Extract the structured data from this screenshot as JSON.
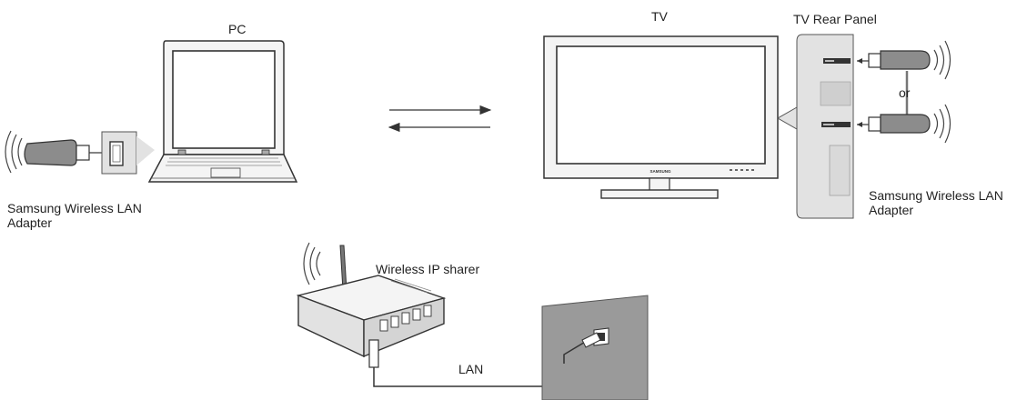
{
  "labels": {
    "pc": "PC",
    "tv": "TV",
    "tv_rear_panel": "TV Rear Panel",
    "or": "or",
    "pc_adapter": "Samsung Wireless LAN Adapter",
    "tv_adapter": "Samsung Wireless LAN Adapter",
    "router": "Wireless IP sharer",
    "lan": "LAN"
  },
  "tv_brand": "SAMSUNG",
  "colors": {
    "line": "#222222",
    "screen_border": "#333333",
    "body_fill": "#f4f4f4",
    "panel_fill": "#e2e2e2",
    "wall_fill": "#9a9a9a",
    "adapter_fill": "#8c8c8c"
  }
}
